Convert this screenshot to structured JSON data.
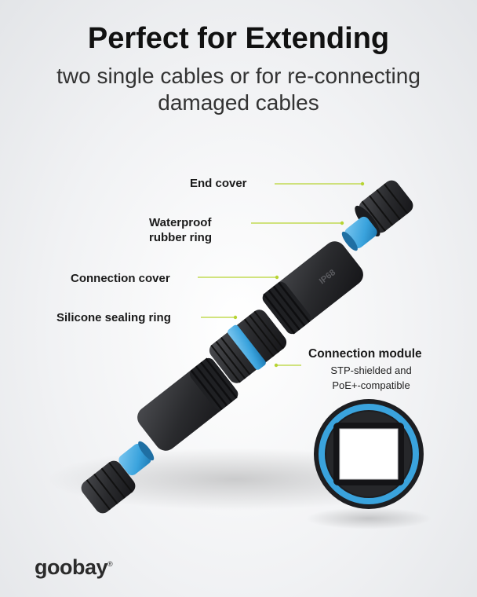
{
  "header": {
    "title": "Perfect for Extending",
    "subtitle": "two single cables or for re-connecting damaged cables"
  },
  "callouts": {
    "end_cover": "End cover",
    "waterproof_ring": "Waterproof rubber ring",
    "connection_cover": "Connection cover",
    "silicone_ring": "Silicone sealing ring",
    "connection_module": "Connection module",
    "module_line1": "STP-shielded and",
    "module_line2": "PoE+-compatible"
  },
  "brand": {
    "logo_text": "goobay",
    "registered_mark": "®"
  },
  "colors": {
    "leader_line": "#b7d433",
    "ring_blue": "#3aa3dd",
    "body_black": "#2a2b2e"
  }
}
